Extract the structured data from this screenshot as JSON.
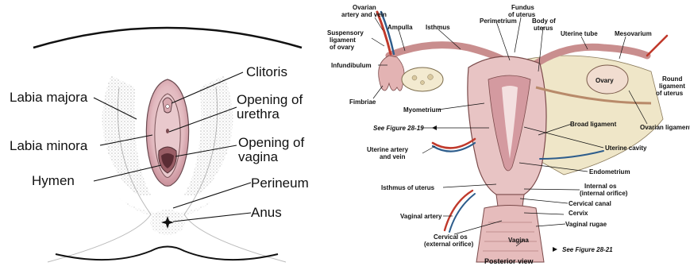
{
  "left": {
    "labels": {
      "labia_majora": "Labia majora",
      "labia_minora": "Labia minora",
      "hymen": "Hymen",
      "clitoris": "Clitoris",
      "urethra_1": "Opening of",
      "urethra_2": "urethra",
      "vagina_1": "Opening of",
      "vagina_2": "vagina",
      "perineum": "Perineum",
      "anus": "Anus"
    }
  },
  "right": {
    "labels": {
      "ovarian_av_1": "Ovarian",
      "ovarian_av_2": "artery and vein",
      "suspensory_1": "Suspensory",
      "suspensory_2": "ligament",
      "suspensory_3": "of ovary",
      "ampulla": "Ampulla",
      "isthmus": "Isthmus",
      "infundibulum": "Infundibulum",
      "fimbriae": "Fimbriae",
      "myometrium": "Myometrium",
      "see_1819": "See Figure 28-19",
      "uterine_av_1": "Uterine artery",
      "uterine_av_2": "and vein",
      "isthmus_uterus": "Isthmus of uterus",
      "vaginal_artery": "Vaginal artery",
      "cervical_os_1": "Cervical os",
      "cervical_os_2": "(external orifice)",
      "perimetrium": "Perimetrium",
      "fundus_1": "Fundus",
      "fundus_2": "of uterus",
      "body_1": "Body of",
      "body_2": "uterus",
      "uterine_tube": "Uterine tube",
      "mesovarium": "Mesovarium",
      "ovary": "Ovary",
      "round_1": "Round",
      "round_2": "ligament",
      "round_3": "of uterus",
      "broad_ligament": "Broad ligament",
      "ovarian_ligament": "Ovarian ligament",
      "uterine_cavity": "Uterine cavity",
      "endometrium": "Endometrium",
      "internal_os_1": "Internal os",
      "internal_os_2": "(internal orifice)",
      "cervical_canal": "Cervical canal",
      "cervix": "Cervix",
      "vaginal_rugae": "Vaginal rugae",
      "vagina": "Vagina",
      "see_2821": "See Figure 28-21",
      "posterior_view": "Posterior view"
    }
  },
  "colors": {
    "tissue_pink": "#e8c4c4",
    "tissue_dark": "#c98e8e",
    "artery_red": "#c0392b",
    "vein_blue": "#2e5d8c",
    "ligament_cream": "#efe6c8",
    "ink": "#111111"
  }
}
